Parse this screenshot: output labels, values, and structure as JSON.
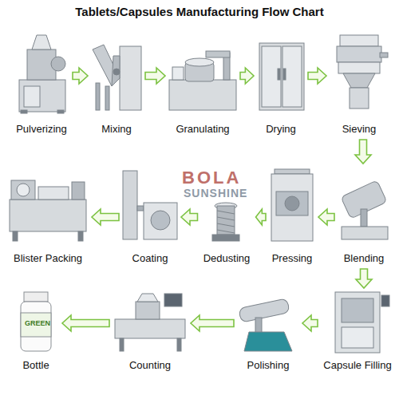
{
  "diagram": {
    "title": "Tablets/Capsules Manufacturing Flow Chart",
    "nodes": [
      {
        "text": [
          "Pulverizing"
        ]
      },
      {
        "text": [
          "Mixing"
        ]
      },
      {
        "text": [
          "Granulating"
        ]
      },
      {
        "text": [
          "Drying"
        ]
      },
      {
        "text": [
          "Sieving"
        ]
      },
      {
        "text": [
          "Blister Packing"
        ]
      },
      {
        "text": [
          "Coating"
        ]
      },
      {
        "text": [
          "Dedusting"
        ]
      },
      {
        "text": [
          "Pressing"
        ]
      },
      {
        "text": [
          "Blending"
        ]
      },
      {
        "text": [
          "Bottle"
        ]
      },
      {
        "text": [
          "Counting"
        ]
      },
      {
        "text": [
          "Polishing"
        ]
      },
      {
        "text": [
          "Capsule Filling"
        ]
      }
    ],
    "edges": [
      {
        "from": 0,
        "to": 1,
        "arrow": "to"
      },
      {
        "from": 1,
        "to": 2,
        "arrow": "to"
      },
      {
        "from": 2,
        "to": 3,
        "arrow": "to"
      },
      {
        "from": 3,
        "to": 4,
        "arrow": "to"
      },
      {
        "from": 4,
        "to": 9,
        "arrow": "to"
      },
      {
        "from": 9,
        "to": 8,
        "arrow": "to"
      },
      {
        "from": 8,
        "to": 7,
        "arrow": "to"
      },
      {
        "from": 7,
        "to": 6,
        "arrow": "to"
      },
      {
        "from": 6,
        "to": 5,
        "arrow": "to"
      },
      {
        "from": 9,
        "to": 13,
        "arrow": "to"
      },
      {
        "from": 13,
        "to": 12,
        "arrow": "to"
      },
      {
        "from": 12,
        "to": 11,
        "arrow": "to"
      },
      {
        "from": 11,
        "to": 10,
        "arrow": "to"
      }
    ],
    "labels": [
      "BOLA",
      "SUNSHINE",
      "GREEN"
    ]
  }
}
